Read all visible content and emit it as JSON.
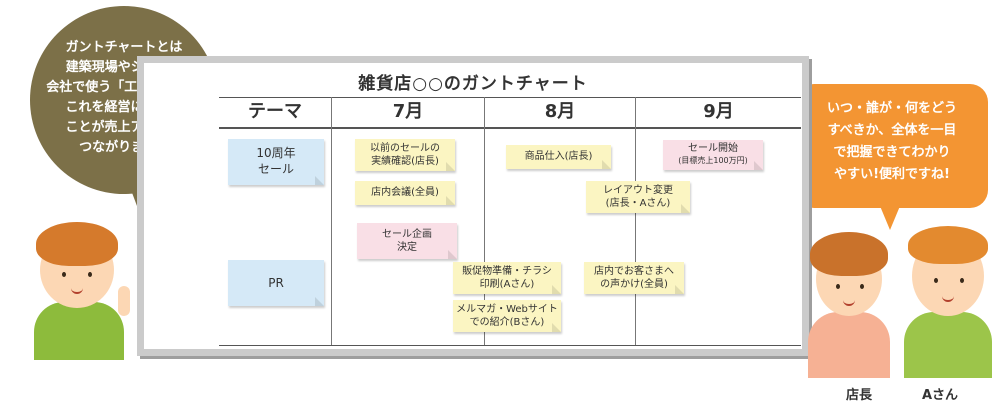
{
  "left_bubble": {
    "lines": [
      "ガントチャートとは",
      "建築現場やシステム",
      "会社で使う「工程表」で、",
      "これを経営に活かす",
      "ことが売上アップに",
      "つながります。"
    ]
  },
  "right_bubble": {
    "lines": [
      "いつ・誰が・何をどう",
      "すべきか、全体を一目",
      "で把握できてわかり",
      "やすい!便利ですね!"
    ]
  },
  "board": {
    "title": "雑貨店○○のガントチャート",
    "headers": {
      "theme": "テーマ",
      "jul": "7月",
      "aug": "8月",
      "sep": "9月"
    },
    "themes": {
      "t1": [
        "10周年",
        "セール"
      ],
      "t2": "PR"
    },
    "notes": {
      "n1": [
        "以前のセールの",
        "実績確認(店長)"
      ],
      "n2": "商品仕入(店長)",
      "n3": [
        "セール開始",
        "(目標売上100万円)"
      ],
      "n4": "店内会議(全員)",
      "n5": [
        "レイアウト変更",
        "(店長・Aさん)"
      ],
      "n6": [
        "セール企画",
        "決定"
      ],
      "n7": [
        "販促物準備・チラシ",
        "印刷(Aさん)"
      ],
      "n8": [
        "店内でお客さまへ",
        "の声かけ(全員)"
      ],
      "n9": [
        "メルマガ・Webサイト",
        "での紹介(Bさん)"
      ]
    }
  },
  "characters": {
    "manager": "店長",
    "staff_a": "Aさん"
  },
  "colors": {
    "left_bubble": "#7c7048",
    "right_bubble": "#f39533",
    "sticky_yellow": "#fbf5c2",
    "sticky_pink": "#f9dfe6",
    "sticky_blue": "#d5e9f7"
  }
}
